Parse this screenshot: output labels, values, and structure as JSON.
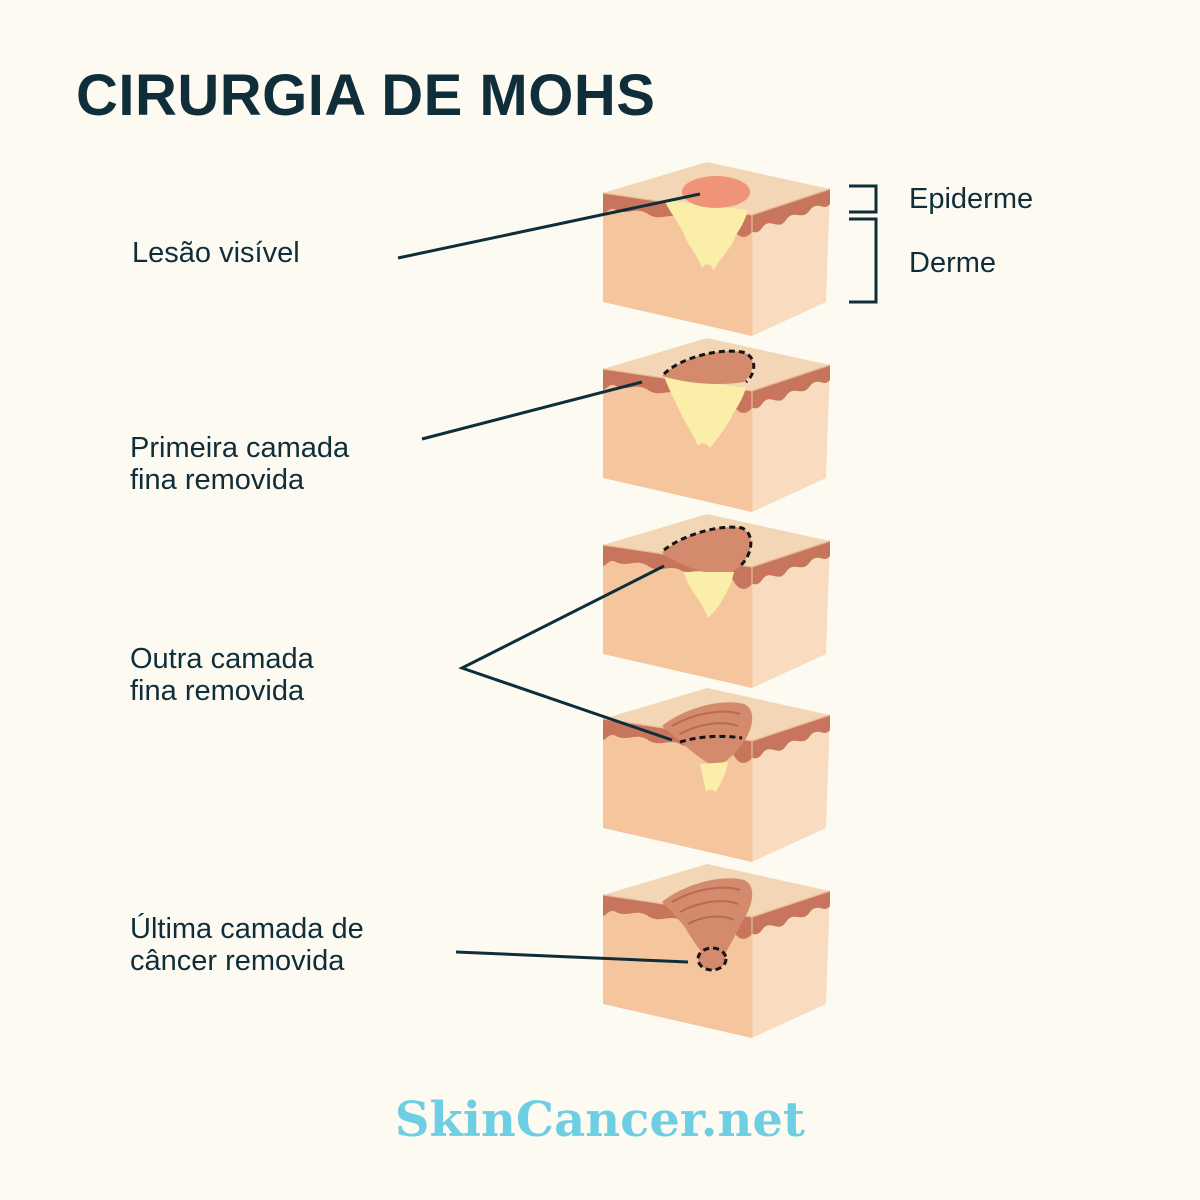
{
  "title": "CIRURGIA DE MOHS",
  "layers": {
    "epidermis": "Epiderme",
    "dermis": "Derme"
  },
  "steps": [
    {
      "lines": [
        "Lesão visível"
      ]
    },
    {
      "lines": [
        "Primeira camada",
        "fina removida"
      ]
    },
    {
      "lines": [
        "Outra camada",
        "fina removida"
      ]
    },
    {
      "lines": [
        "Última camada de",
        "câncer removida"
      ]
    }
  ],
  "brand": "SkinCancer.net",
  "colors": {
    "background": "#fdfaf2",
    "text": "#0f2e3a",
    "skin_front": "#f5c59d",
    "skin_side": "#f9dcc0",
    "skin_top": "#f3d6b6",
    "epidermis": "#c7765d",
    "tumor": "#fbeea8",
    "lesion": "#ef9478",
    "brand": "#6ecfe4"
  }
}
